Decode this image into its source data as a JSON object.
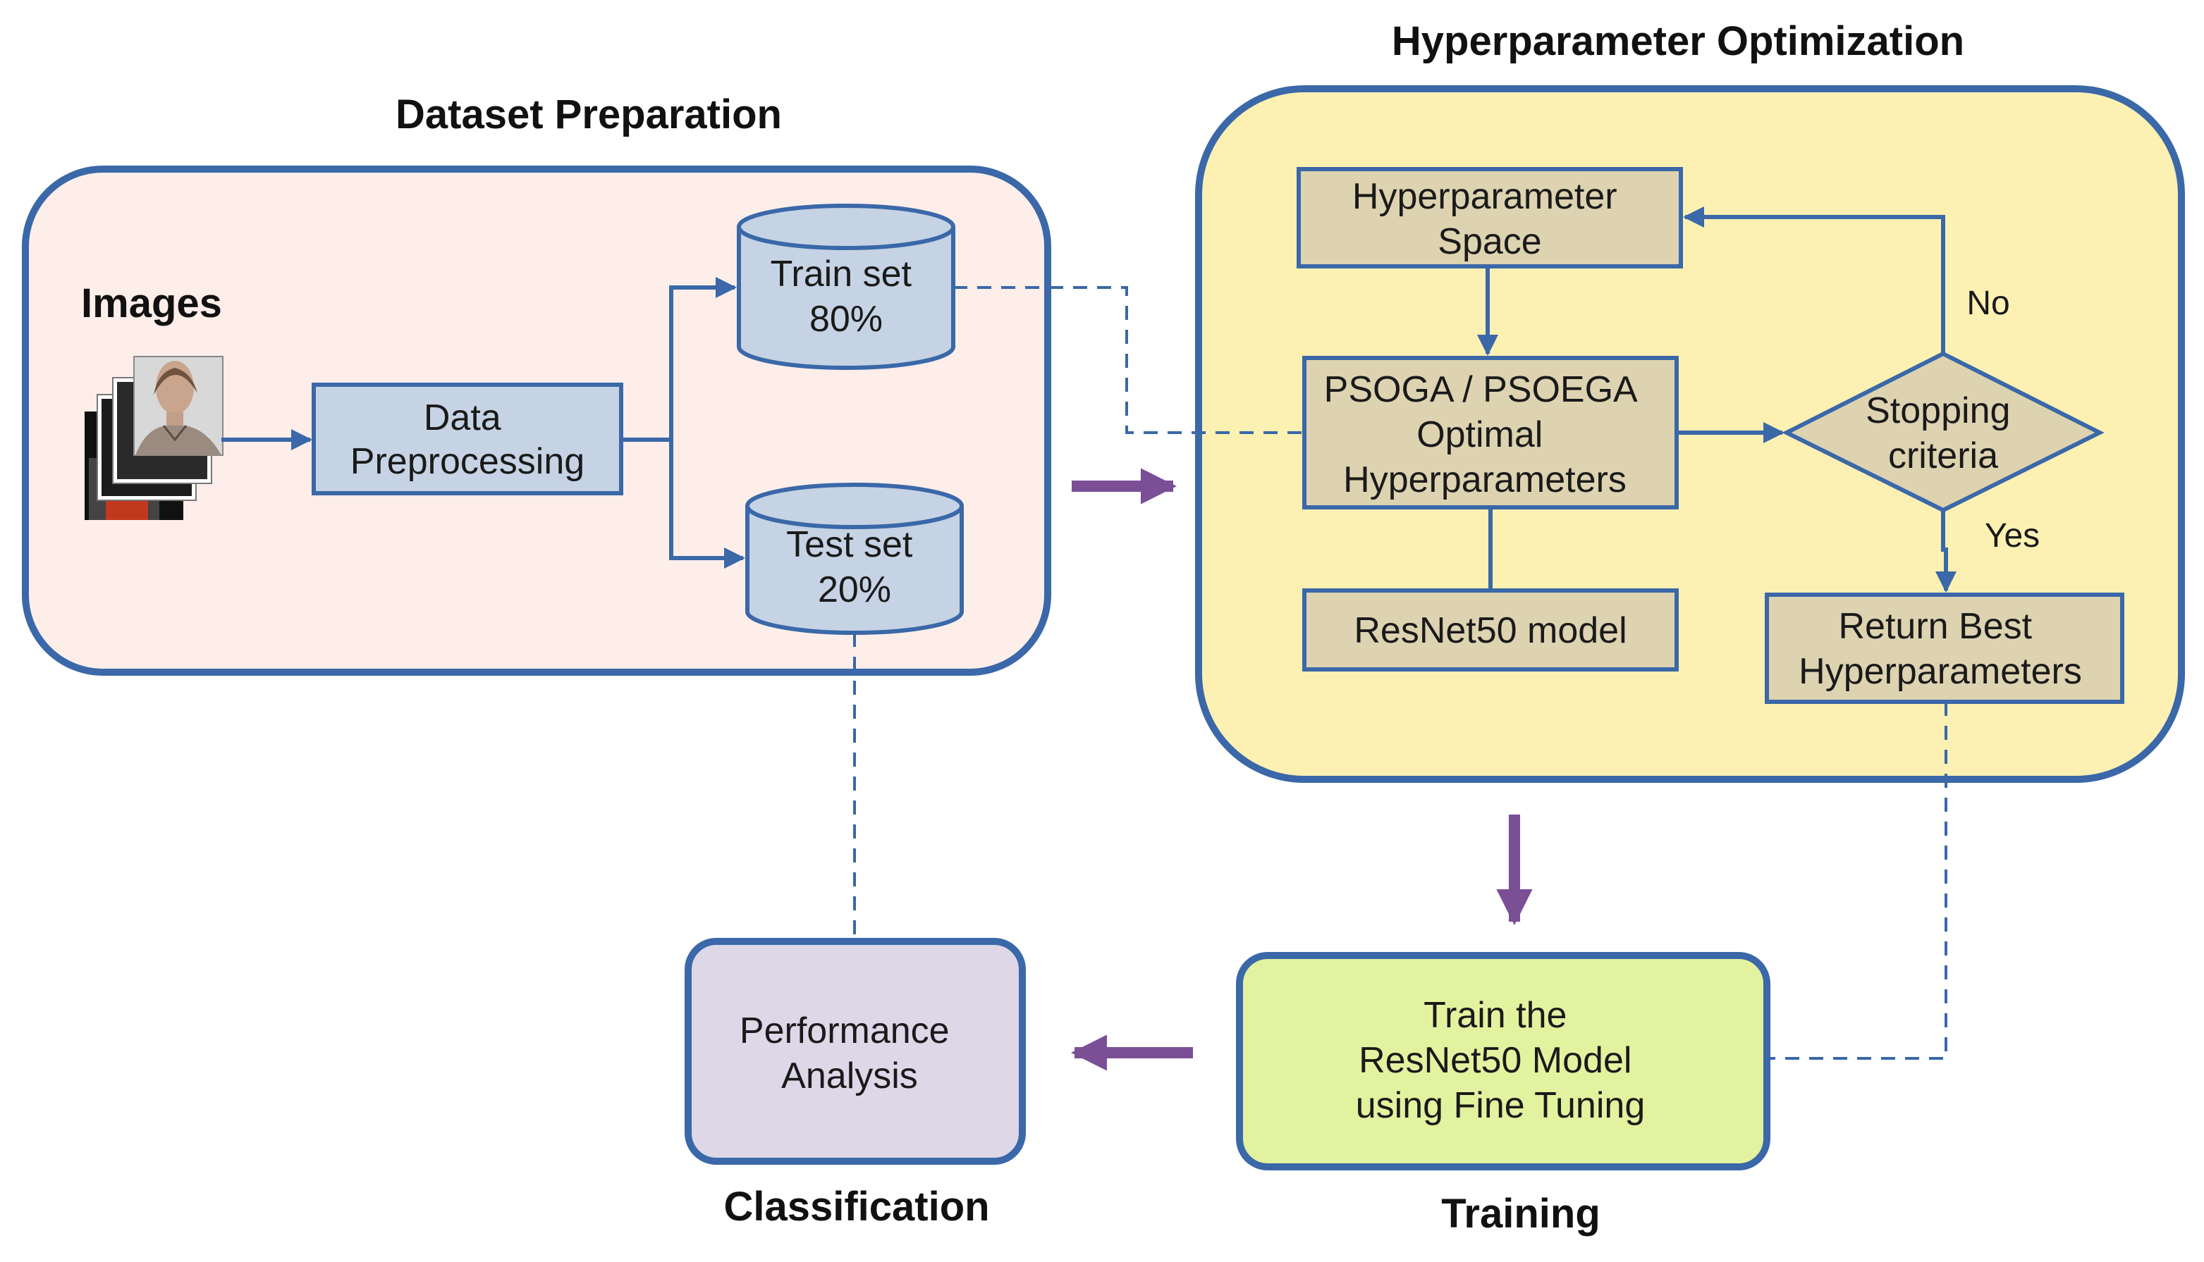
{
  "sections": {
    "dataset_preparation": "Dataset Preparation",
    "hyperparameter_optimization": "Hyperparameter Optimization",
    "classification": "Classification",
    "training": "Training"
  },
  "nodes": {
    "images": "Images",
    "data_preprocessing": [
      "Data",
      "Preprocessing"
    ],
    "train_set": [
      "Train set",
      "80%"
    ],
    "test_set": [
      "Test set",
      "20%"
    ],
    "hyperparameter_space": [
      "Hyperparameter",
      "Space"
    ],
    "psoga": [
      "PSOGA / PSOEGA",
      "Optimal",
      "Hyperparameters"
    ],
    "resnet50_model": "ResNet50 model",
    "stopping_criteria": [
      "Stopping",
      "criteria"
    ],
    "return_best": [
      "Return Best",
      "Hyperparameters"
    ],
    "train_model": [
      "Train the",
      "ResNet50 Model",
      "using Fine Tuning"
    ],
    "performance_analysis": [
      "Performance",
      "Analysis"
    ]
  },
  "edge_labels": {
    "no": "No",
    "yes": "Yes"
  },
  "colors": {
    "border_blue": "#3a68a8",
    "dataset_fill": "#fdeeea",
    "hpo_fill": "#fdf0b3",
    "box_tan": "#ddd3b1",
    "box_blue": "#c6d3e4",
    "training_fill": "#e3f29f",
    "classification_fill": "#ddd7e8",
    "stage_arrow_purple": "#7a4f96"
  }
}
